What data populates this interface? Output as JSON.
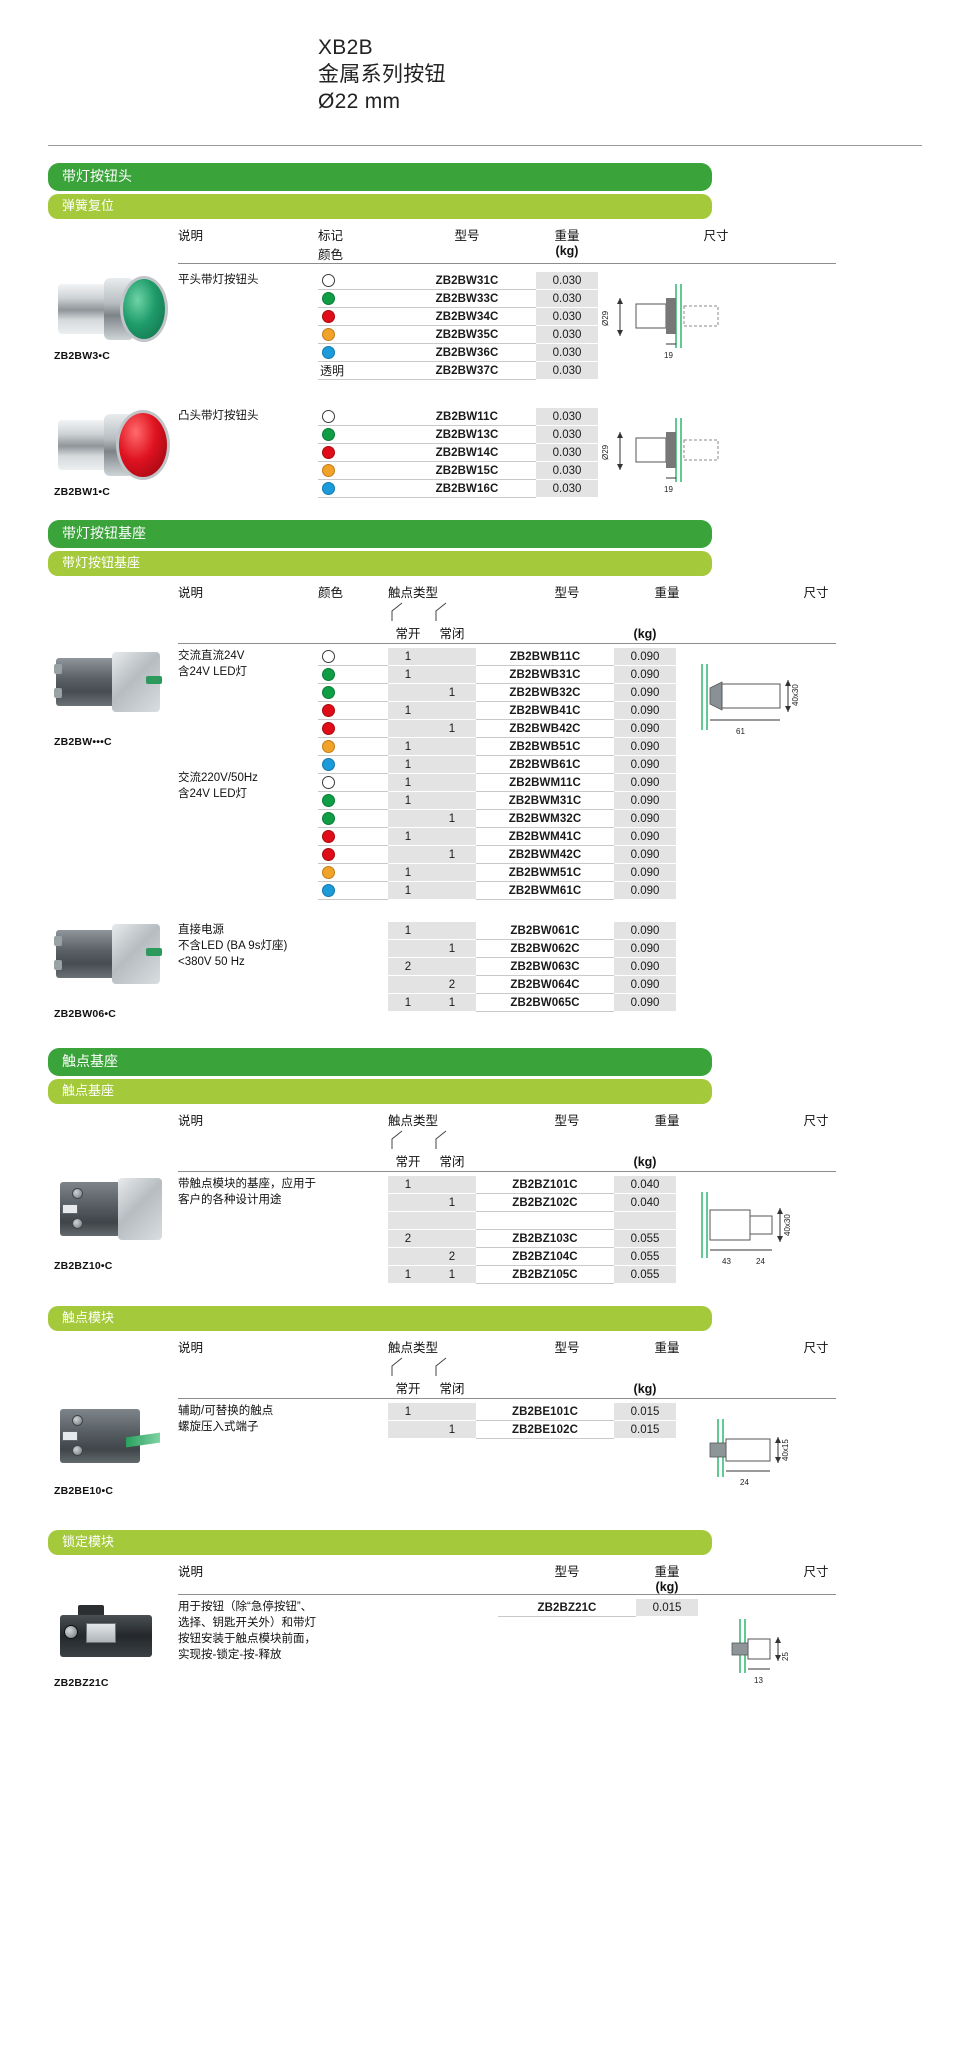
{
  "header": {
    "title": "XB2B",
    "subtitle": "金属系列按钮",
    "diameter": "Ø22 mm"
  },
  "columns": {
    "desc": "说明",
    "mark": "标记",
    "mark2": "颜色",
    "color": "颜色",
    "contact_type": "触点类型",
    "no": "常开",
    "nc": "常闭",
    "model": "型号",
    "weight": "重量",
    "weight_unit": "(kg)",
    "dimension": "尺寸"
  },
  "sections": [
    {
      "id": "lighted-button-head",
      "title": "带灯按钮头",
      "sub": "弹簧复位",
      "groups": [
        {
          "label": "ZB2BW3•C",
          "photo": "flush-green-button-head",
          "desc": "平头带灯按钮头",
          "rows": [
            {
              "color": "white",
              "model": "ZB2BW31C",
              "weight": "0.030"
            },
            {
              "color": "green",
              "model": "ZB2BW33C",
              "weight": "0.030"
            },
            {
              "color": "red",
              "model": "ZB2BW34C",
              "weight": "0.030"
            },
            {
              "color": "orange",
              "model": "ZB2BW35C",
              "weight": "0.030"
            },
            {
              "color": "blue",
              "model": "ZB2BW36C",
              "weight": "0.030"
            },
            {
              "color": "text",
              "color_text": "透明",
              "model": "ZB2BW37C",
              "weight": "0.030"
            }
          ],
          "dim": {
            "d1": "Ø29",
            "d2": "19"
          }
        },
        {
          "label": "ZB2BW1•C",
          "photo": "domed-red-button-head",
          "desc": "凸头带灯按钮头",
          "rows": [
            {
              "color": "white",
              "model": "ZB2BW11C",
              "weight": "0.030"
            },
            {
              "color": "green",
              "model": "ZB2BW13C",
              "weight": "0.030"
            },
            {
              "color": "red",
              "model": "ZB2BW14C",
              "weight": "0.030"
            },
            {
              "color": "orange",
              "model": "ZB2BW15C",
              "weight": "0.030"
            },
            {
              "color": "blue",
              "model": "ZB2BW16C",
              "weight": "0.030"
            }
          ],
          "dim": {
            "d1": "Ø29",
            "d2": "19"
          }
        }
      ]
    },
    {
      "id": "lighted-button-base",
      "title": "带灯按钮基座",
      "sub": "带灯按钮基座",
      "groups": [
        {
          "label": "ZB2BW•••C",
          "photo": "lighted-base-module",
          "blocks": [
            {
              "desc_lines": [
                "交流直流24V",
                "含24V LED灯"
              ],
              "rows": [
                {
                  "color": "white",
                  "no": "1",
                  "nc": "",
                  "model": "ZB2BWB11C",
                  "weight": "0.090"
                },
                {
                  "color": "green",
                  "no": "1",
                  "nc": "",
                  "model": "ZB2BWB31C",
                  "weight": "0.090"
                },
                {
                  "color": "green",
                  "no": "",
                  "nc": "1",
                  "model": "ZB2BWB32C",
                  "weight": "0.090"
                },
                {
                  "color": "red",
                  "no": "1",
                  "nc": "",
                  "model": "ZB2BWB41C",
                  "weight": "0.090"
                },
                {
                  "color": "red",
                  "no": "",
                  "nc": "1",
                  "model": "ZB2BWB42C",
                  "weight": "0.090"
                },
                {
                  "color": "orange",
                  "no": "1",
                  "nc": "",
                  "model": "ZB2BWB51C",
                  "weight": "0.090"
                },
                {
                  "color": "blue",
                  "no": "1",
                  "nc": "",
                  "model": "ZB2BWB61C",
                  "weight": "0.090"
                }
              ]
            },
            {
              "desc_lines": [
                "交流220V/50Hz",
                "含24V LED灯"
              ],
              "rows": [
                {
                  "color": "white",
                  "no": "1",
                  "nc": "",
                  "model": "ZB2BWM11C",
                  "weight": "0.090"
                },
                {
                  "color": "green",
                  "no": "1",
                  "nc": "",
                  "model": "ZB2BWM31C",
                  "weight": "0.090"
                },
                {
                  "color": "green",
                  "no": "",
                  "nc": "1",
                  "model": "ZB2BWM32C",
                  "weight": "0.090"
                },
                {
                  "color": "red",
                  "no": "1",
                  "nc": "",
                  "model": "ZB2BWM41C",
                  "weight": "0.090"
                },
                {
                  "color": "red",
                  "no": "",
                  "nc": "1",
                  "model": "ZB2BWM42C",
                  "weight": "0.090"
                },
                {
                  "color": "orange",
                  "no": "1",
                  "nc": "",
                  "model": "ZB2BWM51C",
                  "weight": "0.090"
                },
                {
                  "color": "blue",
                  "no": "1",
                  "nc": "",
                  "model": "ZB2BWM61C",
                  "weight": "0.090"
                }
              ]
            }
          ],
          "dim": {
            "d1": "40x30",
            "d2": "61"
          }
        },
        {
          "label": "ZB2BW06•C",
          "photo": "direct-supply-base-module",
          "blocks": [
            {
              "desc_lines": [
                "直接电源",
                "不含LED (BA 9s灯座)",
                "<380V 50 Hz"
              ],
              "rows": [
                {
                  "color": "none",
                  "no": "1",
                  "nc": "",
                  "model": "ZB2BW061C",
                  "weight": "0.090"
                },
                {
                  "color": "none",
                  "no": "",
                  "nc": "1",
                  "model": "ZB2BW062C",
                  "weight": "0.090"
                },
                {
                  "color": "none",
                  "no": "2",
                  "nc": "",
                  "model": "ZB2BW063C",
                  "weight": "0.090"
                },
                {
                  "color": "none",
                  "no": "",
                  "nc": "2",
                  "model": "ZB2BW064C",
                  "weight": "0.090"
                },
                {
                  "color": "none",
                  "no": "1",
                  "nc": "1",
                  "model": "ZB2BW065C",
                  "weight": "0.090"
                }
              ]
            }
          ]
        }
      ]
    },
    {
      "id": "contact-base",
      "title": "触点基座",
      "sub": "触点基座",
      "groups": [
        {
          "label": "ZB2BZ10•C",
          "photo": "contact-base-module",
          "blocks": [
            {
              "desc_lines": [
                "带触点模块的基座，应用于",
                "客户的各种设计用途"
              ],
              "rows": [
                {
                  "no": "1",
                  "nc": "",
                  "model": "ZB2BZ101C",
                  "weight": "0.040"
                },
                {
                  "no": "",
                  "nc": "1",
                  "model": "ZB2BZ102C",
                  "weight": "0.040"
                },
                {
                  "no": "",
                  "nc": "",
                  "model": "",
                  "weight": ""
                },
                {
                  "no": "2",
                  "nc": "",
                  "model": "ZB2BZ103C",
                  "weight": "0.055"
                },
                {
                  "no": "",
                  "nc": "2",
                  "model": "ZB2BZ104C",
                  "weight": "0.055"
                },
                {
                  "no": "1",
                  "nc": "1",
                  "model": "ZB2BZ105C",
                  "weight": "0.055"
                }
              ]
            }
          ],
          "dim": {
            "d1": "40x30",
            "d2": "43",
            "d3": "24"
          }
        }
      ]
    },
    {
      "id": "contact-module",
      "title": "触点模块",
      "sub": "",
      "groups": [
        {
          "label": "ZB2BE10•C",
          "photo": "contact-module",
          "blocks": [
            {
              "desc_lines": [
                "辅助/可替换的触点",
                "螺旋压入式端子"
              ],
              "rows": [
                {
                  "no": "1",
                  "nc": "",
                  "model": "ZB2BE101C",
                  "weight": "0.015"
                },
                {
                  "no": "",
                  "nc": "1",
                  "model": "ZB2BE102C",
                  "weight": "0.015"
                }
              ]
            }
          ],
          "dim": {
            "d1": "40x15",
            "d2": "24"
          }
        }
      ]
    },
    {
      "id": "lock-module",
      "title": "锁定模块",
      "sub": "",
      "groups": [
        {
          "label": "ZB2BZ21C",
          "photo": "lock-module",
          "blocks": [
            {
              "desc_lines": [
                "用于按钮（除“急停按钮”、",
                "选择、钥匙开关外）和带灯",
                "按钮安装于触点模块前面，",
                "实现按-锁定-按-释放"
              ],
              "rows": [
                {
                  "model": "ZB2BZ21C",
                  "weight": "0.015"
                }
              ]
            }
          ],
          "dim": {
            "d1": "25",
            "d2": "13"
          }
        }
      ]
    }
  ],
  "colors": {
    "bar_main": "#3aa33a",
    "bar_sub": "#a4c93a",
    "weight_cell": "#e3e3e3",
    "dot_white": "#ffffff",
    "dot_green": "#0e9e45",
    "dot_red": "#e00c18",
    "dot_orange": "#f0a22a",
    "dot_blue": "#1c9bdb"
  }
}
